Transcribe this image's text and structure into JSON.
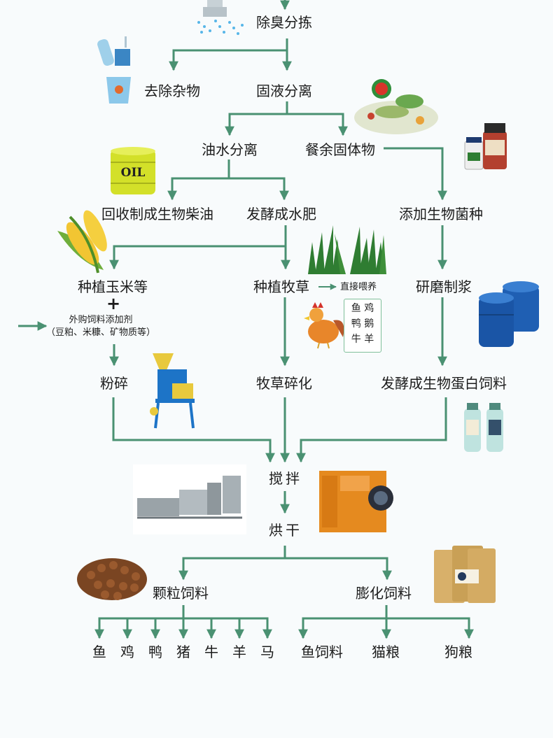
{
  "colors": {
    "line": "#4a9172",
    "text": "#1c1c1c"
  },
  "steps": {
    "deodorize": "除臭分拣",
    "remove_impurities": "去除杂物",
    "solid_liquid": "固液分离",
    "oil_water": "油水分离",
    "food_solids": "餐余固体物",
    "biodiesel": "回收制成生物柴油",
    "fertilizer": "发酵成水肥",
    "add_bacteria": "添加生物菌种",
    "plant_corn": "种植玉米等",
    "plant_grass": "种植牧草",
    "direct_feed": "直接喂养",
    "grind_slurry": "研磨制浆",
    "crush": "粉碎",
    "grass_crush": "牧草碎化",
    "protein_feed": "发酵成生物蛋白饲料",
    "mix": "搅拌",
    "dry": "烘干",
    "pellet_feed": "颗粒饲料",
    "puffed_feed": "膨化饲料"
  },
  "plus_sign": "+",
  "external": {
    "line1": "外购饲料添加剂",
    "line2": "（豆粕、米糠、矿物质等）"
  },
  "direct_feed_animals": [
    "鱼",
    "鸡",
    "鸭",
    "鹅",
    "牛",
    "羊"
  ],
  "pellet_targets": [
    "鱼",
    "鸡",
    "鸭",
    "猪",
    "牛",
    "羊",
    "马"
  ],
  "puffed_targets": [
    "鱼饲料",
    "猫粮",
    "狗粮"
  ],
  "illustrations": {
    "sprayer": "sprayer-icon",
    "trash": "plastic-waste-icon",
    "food_waste": "food-waste-icon",
    "oil_barrel": "oil-barrel-icon",
    "bottles": "bacteria-bottle-icon",
    "corn": "corn-icon",
    "grass": "grass-icon",
    "chicken": "chicken-icon",
    "drums": "blue-drum-icon",
    "crusher": "crusher-machine-icon",
    "bio_bottles": "bio-bottle-icon",
    "production_line": "production-line-icon",
    "dryer": "dryer-machine-icon",
    "pellets": "pellets-icon",
    "pet_food": "pet-food-bag-icon"
  },
  "oil_label": "OIL"
}
